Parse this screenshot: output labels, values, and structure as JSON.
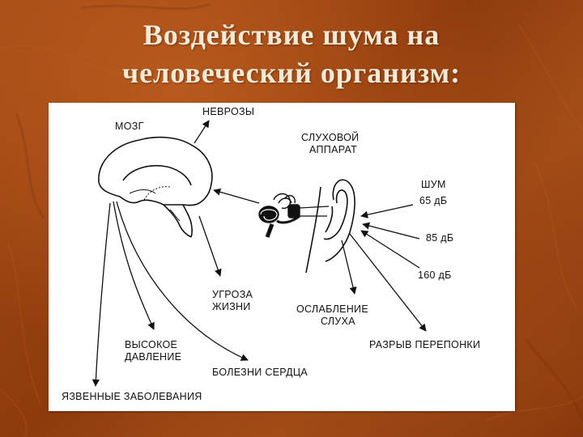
{
  "title": {
    "line1": "Воздействие шума на",
    "line2": "человеческий организм:"
  },
  "labels": {
    "brain": "МОЗГ",
    "neuroses": "НЕВРОЗЫ",
    "hearing_apparatus_line1": "СЛУХОВОЙ",
    "hearing_apparatus_line2": "АППАРАТ",
    "noise": "ШУМ",
    "db65": "65 дБ",
    "db85": "85 дБ",
    "db160": "160 дБ",
    "life_threat_line1": "УГРОЗА",
    "life_threat_line2": "ЖИЗНИ",
    "hearing_loss_line1": "ОСЛАБЛЕНИЕ",
    "hearing_loss_line2": "СЛУХА",
    "eardrum_rupture": "РАЗРЫВ ПЕРЕПОНКИ",
    "high_pressure_line1": "ВЫСОКОЕ",
    "high_pressure_line2": "ДАВЛЕНИЕ",
    "heart_disease": "БОЛЕЗНИ СЕРДЦА",
    "ulcer_disease": "ЯЗВЕННЫЕ ЗАБОЛЕВАНИЯ"
  },
  "colors": {
    "background": "#9a4312",
    "title_text": "#f4ead8",
    "panel": "#ffffff",
    "ink": "#111111"
  }
}
